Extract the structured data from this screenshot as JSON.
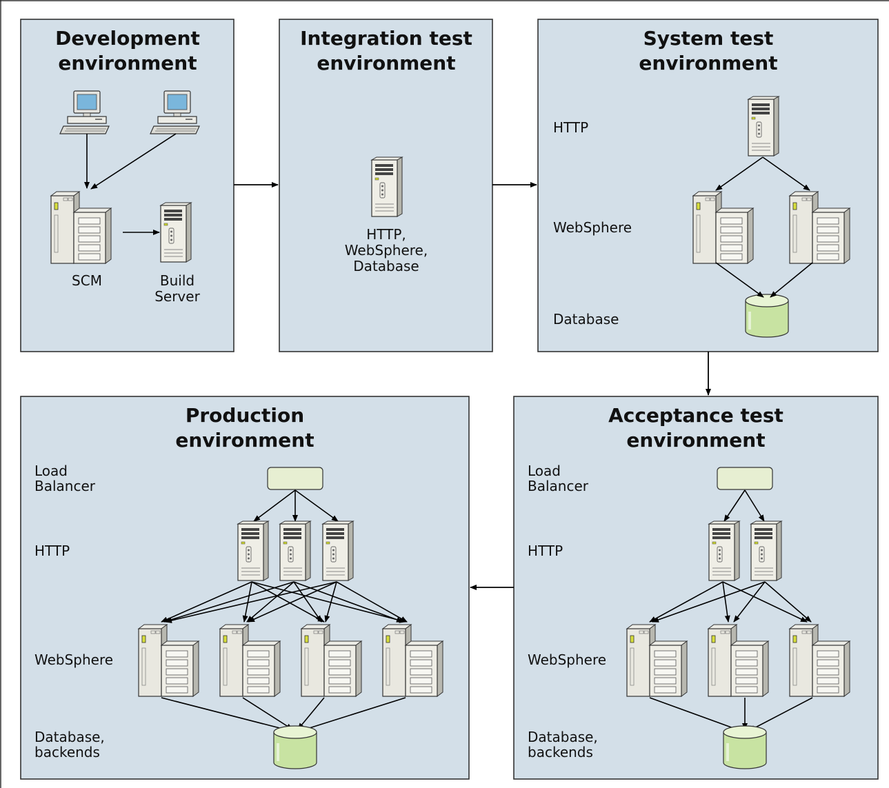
{
  "panels": {
    "development": {
      "title": [
        "Development",
        "environment"
      ],
      "labels": {
        "scm": "SCM",
        "build_server": [
          "Build",
          "Server"
        ]
      }
    },
    "integration": {
      "title": [
        "Integration test",
        "environment"
      ],
      "server_label": [
        "HTTP,",
        "WebSphere,",
        "Database"
      ]
    },
    "system": {
      "title": [
        "System test",
        "environment"
      ],
      "tiers": {
        "http": "HTTP",
        "websphere": "WebSphere",
        "database": "Database"
      }
    },
    "acceptance": {
      "title": [
        "Acceptance test",
        "environment"
      ],
      "tiers": {
        "load_balancer": [
          "Load",
          "Balancer"
        ],
        "http": "HTTP",
        "websphere": "WebSphere",
        "database": [
          "Database,",
          "backends"
        ]
      }
    },
    "production": {
      "title": [
        "Production",
        "environment"
      ],
      "tiers": {
        "load_balancer": [
          "Load",
          "Balancer"
        ],
        "http": "HTTP",
        "websphere": "WebSphere",
        "database": [
          "Database,",
          "backends"
        ]
      }
    }
  },
  "colors": {
    "panel_fill": "#d3dfe8",
    "load_balancer_fill": "#e7efd2",
    "database_fill": "#c8e3a2",
    "server_fill": "#efeee6"
  },
  "icons": [
    "workstation-icon",
    "cluster-server-icon",
    "tower-server-icon",
    "database-icon",
    "load-balancer-icon"
  ]
}
